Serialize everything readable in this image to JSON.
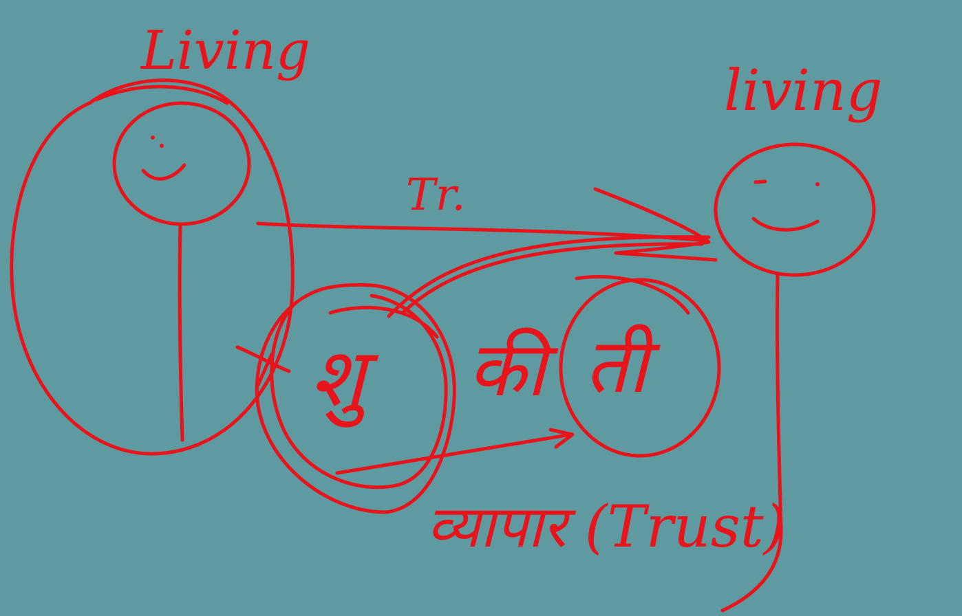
{
  "canvas": {
    "background_color": "#5e9a9f",
    "ink_color": "#e8141c"
  },
  "labels": {
    "left_living": "Living",
    "right_living": "living",
    "arrow_label": "Tr.",
    "word_part1": "शु",
    "word_part2": "की",
    "word_part3": "ती",
    "bottom_label": "व्यापार (Trust)"
  }
}
